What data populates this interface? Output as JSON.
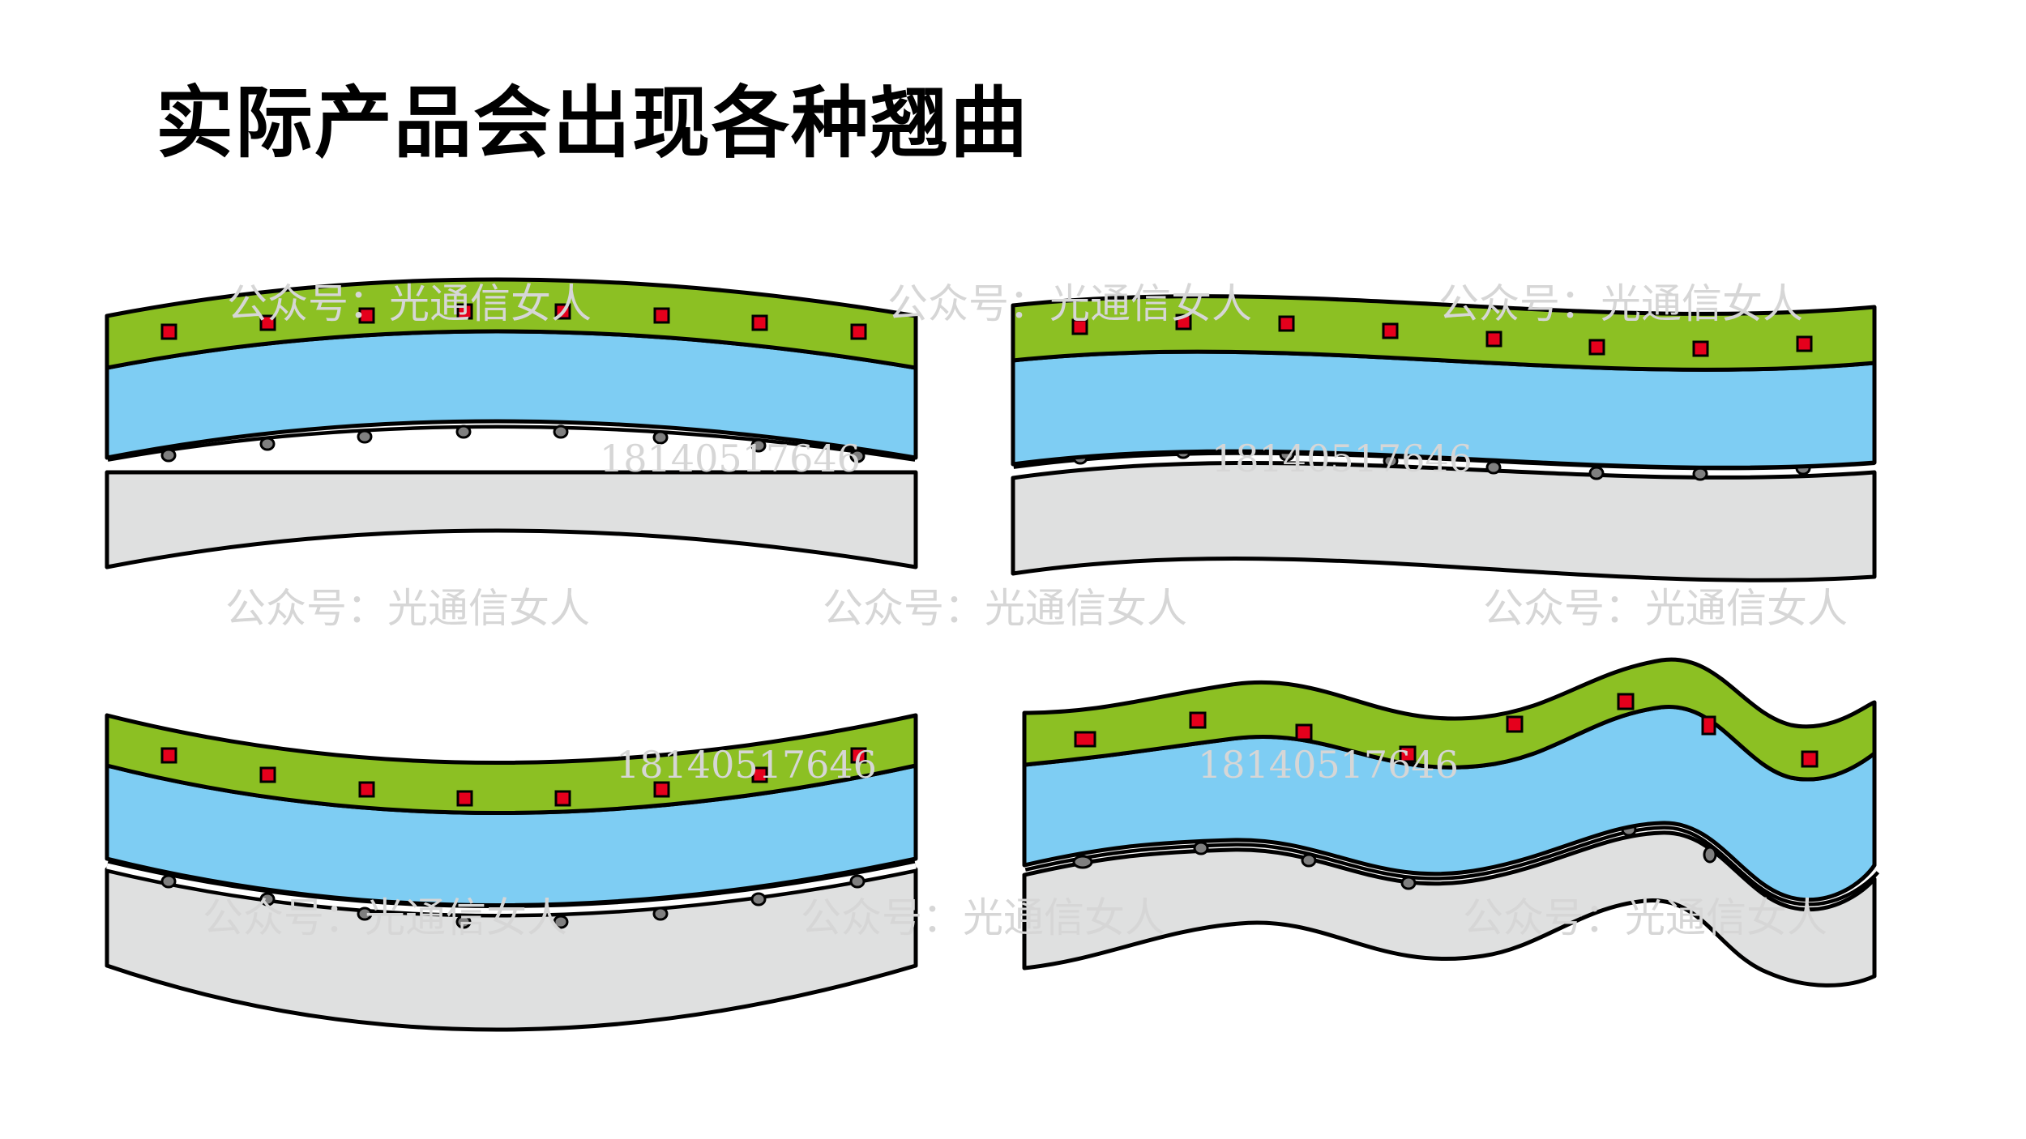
{
  "title": "实际产品会出现各种翘曲",
  "watermarks": {
    "account": "公众号：光通信女人",
    "number": "18140517646"
  },
  "colors": {
    "top_layer": "#8cc023",
    "middle_layer": "#7ecdf3",
    "bottom_layer": "#dfe0e0",
    "chip": "#e5001c",
    "joint": "#7f7f7f",
    "outline": "#000000"
  }
}
